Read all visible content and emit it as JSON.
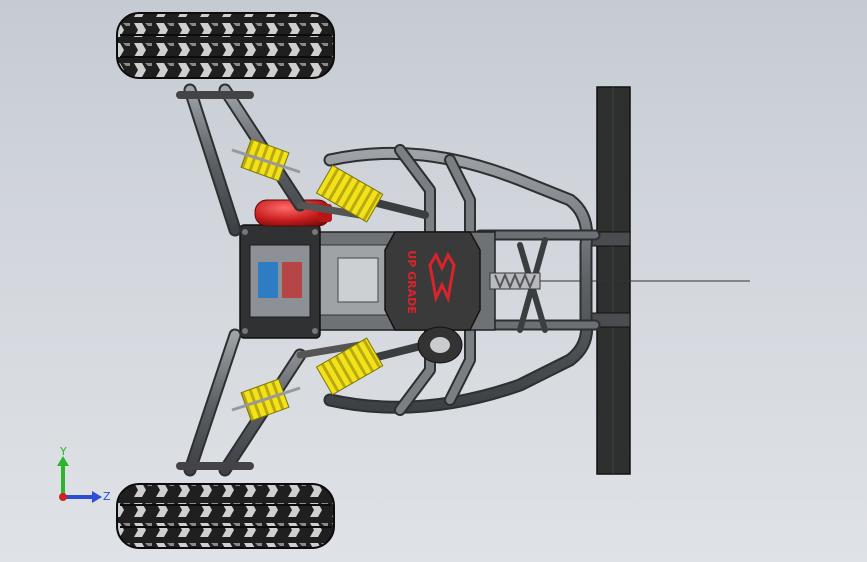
{
  "model": {
    "brand_text": "UP GRADE",
    "colors": {
      "background_top": "#c6cbd3",
      "background_bottom": "#dfe2e6",
      "tube": "#5e6266",
      "tube_highlight": "#9ea3a7",
      "tire": "#1f1f1f",
      "tread": "#cfcfcf",
      "spring": "#f2e21a",
      "tank": "#c81e1e",
      "plate": "#3a3a3a",
      "brand_red": "#d8242a"
    }
  },
  "triad": {
    "y_label": "Y",
    "z_label": "Z",
    "y_color": "#2bb52b",
    "z_color": "#2a4fd6",
    "origin_color": "#d42020"
  }
}
